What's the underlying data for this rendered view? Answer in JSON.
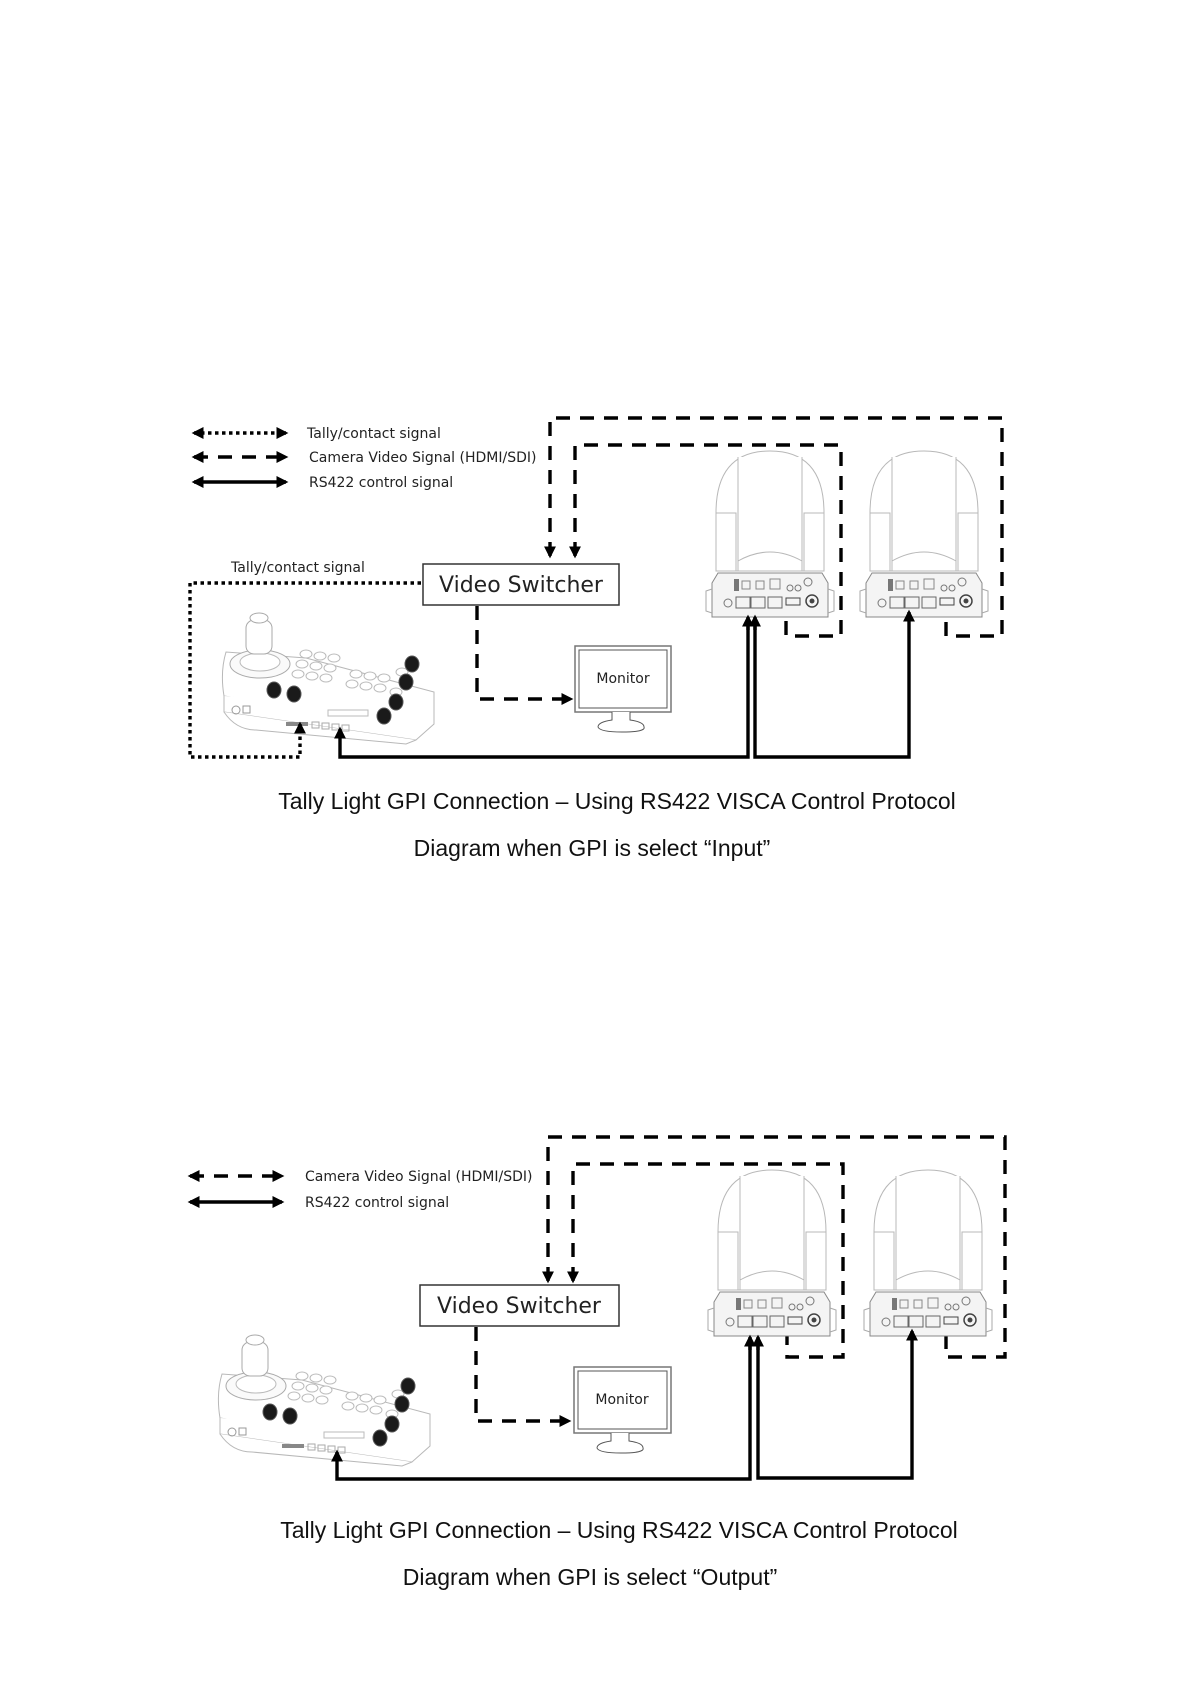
{
  "diagrams": [
    {
      "legend": [
        {
          "style": "dotted",
          "label": "Tally/contact signal"
        },
        {
          "style": "dashed",
          "label": "Camera Video Signal (HDMI/SDI)"
        },
        {
          "style": "solid",
          "label": "RS422 control signal"
        }
      ],
      "tally_label": "Tally/contact signal",
      "switcher_label": "Video Switcher",
      "monitor_label": "Monitor",
      "caption_title": "Tally Light GPI Connection – Using RS422 VISCA Control Protocol",
      "caption_subtitle": "Diagram when GPI is select “Input”"
    },
    {
      "legend": [
        {
          "style": "dashed",
          "label": "Camera Video Signal (HDMI/SDI)"
        },
        {
          "style": "solid",
          "label": "RS422 control signal"
        }
      ],
      "switcher_label": "Video Switcher",
      "monitor_label": "Monitor",
      "caption_title": "Tally Light GPI Connection – Using RS422 VISCA Control Protocol",
      "caption_subtitle": "Diagram when GPI is select “Output”"
    }
  ]
}
